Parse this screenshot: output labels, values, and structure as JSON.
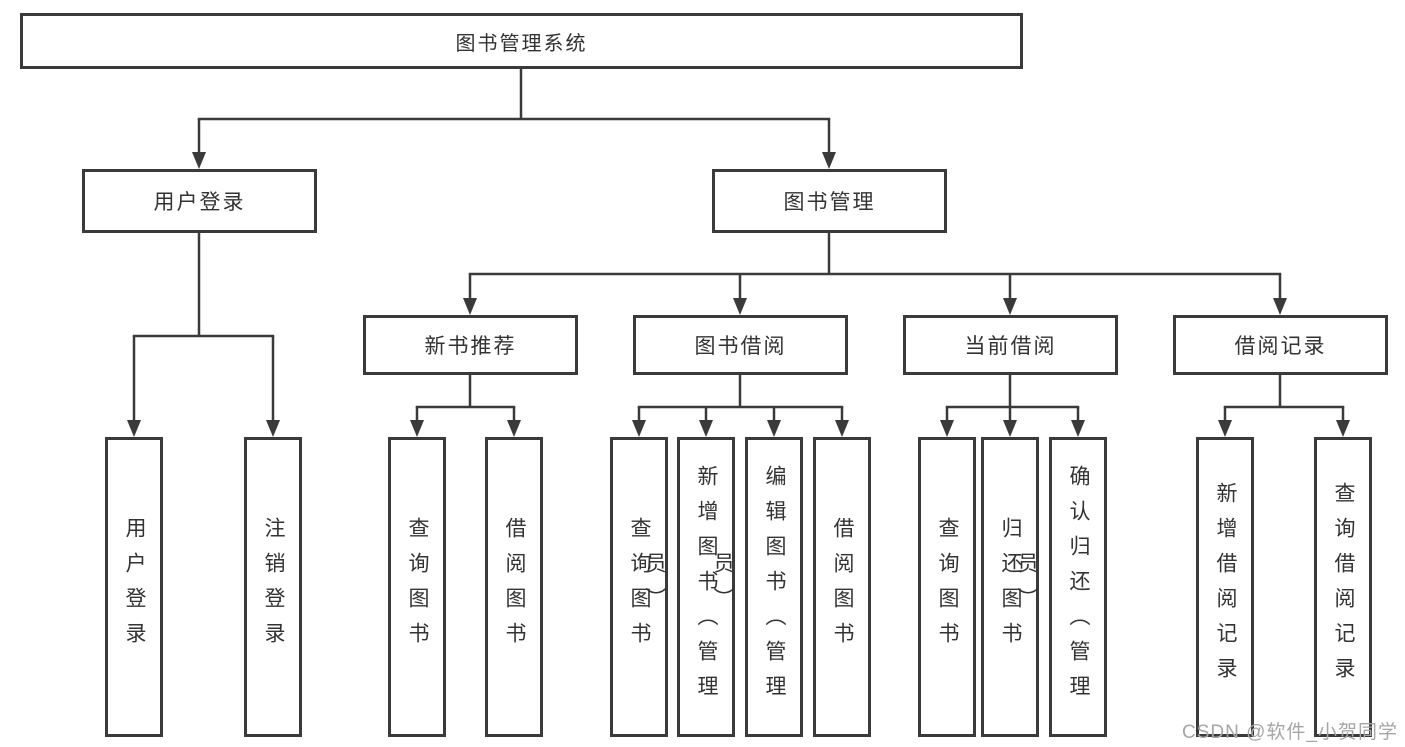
{
  "diagram_type": "hierarchy-tree",
  "tree": {
    "label": "图书管理系统",
    "children": [
      {
        "label": "用户登录",
        "children": [
          {
            "label": "用户登录"
          },
          {
            "label": "注销登录"
          }
        ]
      },
      {
        "label": "图书管理",
        "children": [
          {
            "label": "新书推荐",
            "children": [
              {
                "label": "查询图书"
              },
              {
                "label": "借阅图书"
              }
            ]
          },
          {
            "label": "图书借阅",
            "children": [
              {
                "label": "查询图书"
              },
              {
                "label": "新增图书（管理员）"
              },
              {
                "label": "编辑图书（管理员）"
              },
              {
                "label": "借阅图书"
              }
            ]
          },
          {
            "label": "当前借阅",
            "children": [
              {
                "label": "查询图书"
              },
              {
                "label": "归还图书"
              },
              {
                "label": "确认归还（管理员）"
              }
            ]
          },
          {
            "label": "借阅记录",
            "children": [
              {
                "label": "新增借阅记录"
              },
              {
                "label": "查询借阅记录"
              }
            ]
          }
        ]
      }
    ]
  },
  "watermark": {
    "text": "CSDN @软件_小贺同学"
  },
  "colors": {
    "line": "#3a3a3a",
    "node_border": "#3a3a3a",
    "text": "#333333",
    "background": "#ffffff",
    "watermark": "#a6a6a6"
  }
}
